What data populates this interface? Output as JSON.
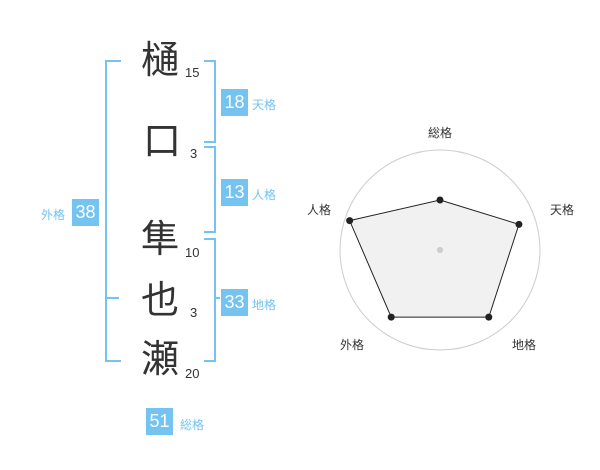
{
  "name_chars": [
    {
      "char": "樋",
      "strokes": "15"
    },
    {
      "char": "口",
      "strokes": "3"
    },
    {
      "char": "隼",
      "strokes": "10"
    },
    {
      "char": "也",
      "strokes": "3"
    },
    {
      "char": "瀬",
      "strokes": "20"
    }
  ],
  "fortunes": {
    "tenkaku": {
      "value": "18",
      "label": "天格"
    },
    "jinkaku": {
      "value": "13",
      "label": "人格"
    },
    "chikaku": {
      "value": "33",
      "label": "地格"
    },
    "gaikaku": {
      "value": "38",
      "label": "外格"
    },
    "soukaku": {
      "value": "51",
      "label": "総格"
    }
  },
  "chart_data": {
    "type": "radar",
    "axes": [
      "総格",
      "天格",
      "地格",
      "外格",
      "人格"
    ],
    "values": [
      0.5,
      0.83,
      0.83,
      0.83,
      0.95
    ],
    "max": 1,
    "rings": 4,
    "line_color": "#222222",
    "fill_color": "#eeeeee",
    "ring_color": "#cccccc"
  }
}
